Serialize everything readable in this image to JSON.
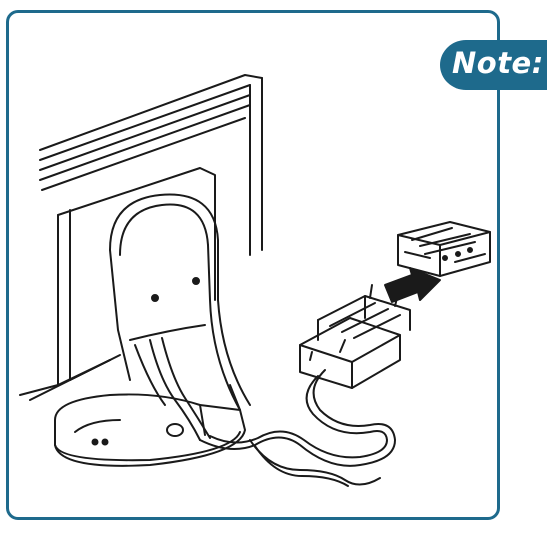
{
  "note": {
    "label": "Note:"
  },
  "colors": {
    "frame": "#1e6a8c",
    "badge": "#1e6a8c",
    "line_art": "#1a1a1a"
  },
  "illustration": {
    "icons": [
      "monitor-stand-drawing",
      "cable-drawing",
      "connector-adapter-drawing",
      "arrow-icon"
    ]
  }
}
